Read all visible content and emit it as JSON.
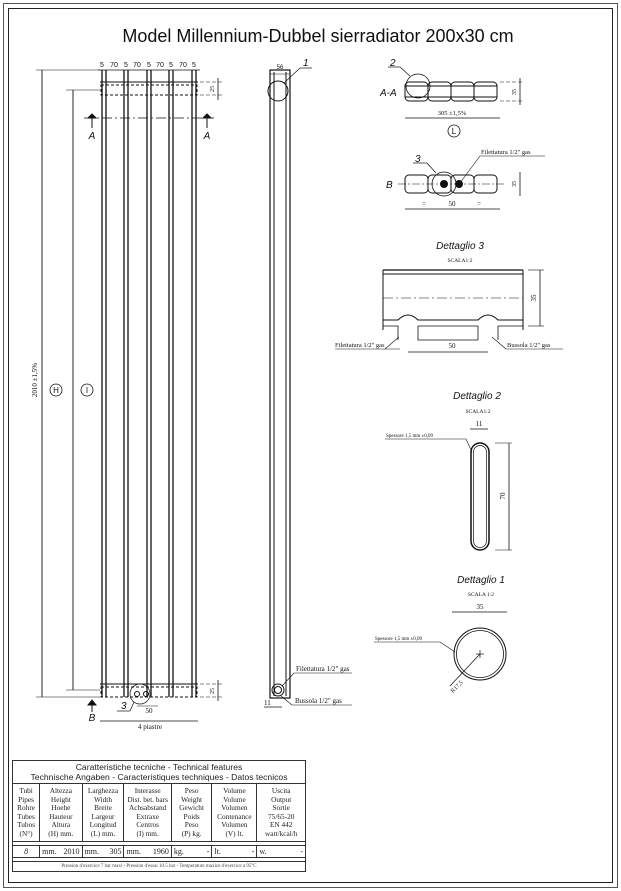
{
  "title": "Model Millennium-Dubbel sierradiator 200x30 cm",
  "front_view": {
    "top_dims": [
      "5",
      "70",
      "5",
      "70",
      "5",
      "70",
      "5",
      "70",
      "5"
    ],
    "header_dim": "25",
    "bottom_dim": "25",
    "height_dim": "2010 ±1,5%",
    "label_h": "H",
    "label_i": "I",
    "section_a": "A",
    "section_b": "B",
    "detail_ref": "3",
    "connection_dim": "50",
    "width_label": "4 piastre"
  },
  "side_view": {
    "depth_dim": "56",
    "detail_ref": "1",
    "thread_label": "Filettatura 1/2\" gas",
    "bushing_label": "Bussola 1/2\" gas",
    "offset_dim": "11"
  },
  "section_aa": {
    "label": "A-A",
    "detail_ref": "2",
    "depth_dim": "35",
    "width_dim": "305 ±1,5%",
    "label_l": "L"
  },
  "section_b": {
    "label": "B",
    "detail_ref": "3",
    "thread_label": "Filettatura 1/2\" gas",
    "depth_dim": "35",
    "dims": [
      "=",
      "50",
      "="
    ]
  },
  "detail3": {
    "title": "Dettaglio 3",
    "scale": "SCALA1:2",
    "height_dim": "35",
    "thread_label": "Filettatura 1/2\" gas",
    "bushing_label": "Bussola 1/2\" gas",
    "center_dim": "50"
  },
  "detail2": {
    "title": "Dettaglio 2",
    "scale": "SCALA1:2",
    "width_dim": "11",
    "height_dim": "70",
    "thickness": "Spessore  1,5 mm ±0,09"
  },
  "detail1": {
    "title": "Dettaglio 1",
    "scale": "SCALA 1:2",
    "diameter_dim": "35",
    "thickness": "Spessore 1,5 mm ±0,09",
    "radius": "R17,5"
  },
  "table": {
    "title1": "Caratteristiche tecniche - Technical features",
    "title2": "Technische Angaben - Caracteristiques techniques - Datos tecnicos",
    "headers": [
      "Tubi\nPipes\nRohre\nTubes\nTubos\n(N°)",
      "Altezza\nHeight\nHoehe\nHauteur\nAltura\n(H) mm.",
      "Larghezza\nWidth\nBreite\nLargeur\nLongitud\n(L) mm.",
      "Interasse\nDist. bet. bars\nAchsabstand\nExtraxe\nCentros\n(I) mm.",
      "Peso\nWeight\nGewicht\nPoids\nPeso\n(P) kg.",
      "Volume\nVolume\nVolumen\nContenance\nVolumen\n(V) lt.",
      "Uscita\nOutput\nSortie\n75/65-20\nEN 442\nwatt/kcal/h"
    ],
    "row": {
      "tubes": "8",
      "height_unit": "mm.",
      "height": "2010",
      "width_unit": "mm.",
      "width": "305",
      "centers_unit": "mm.",
      "centers": "1960",
      "weight_unit": "kg.",
      "weight": "-",
      "volume_unit": "lt.",
      "volume": "-",
      "output_unit": "w.",
      "output": "-"
    },
    "footer": "Pression d'exercice 7 bar maxi - Pression d'essai 10.5 bar - Temperature maxice d'exercice a 95°C"
  }
}
